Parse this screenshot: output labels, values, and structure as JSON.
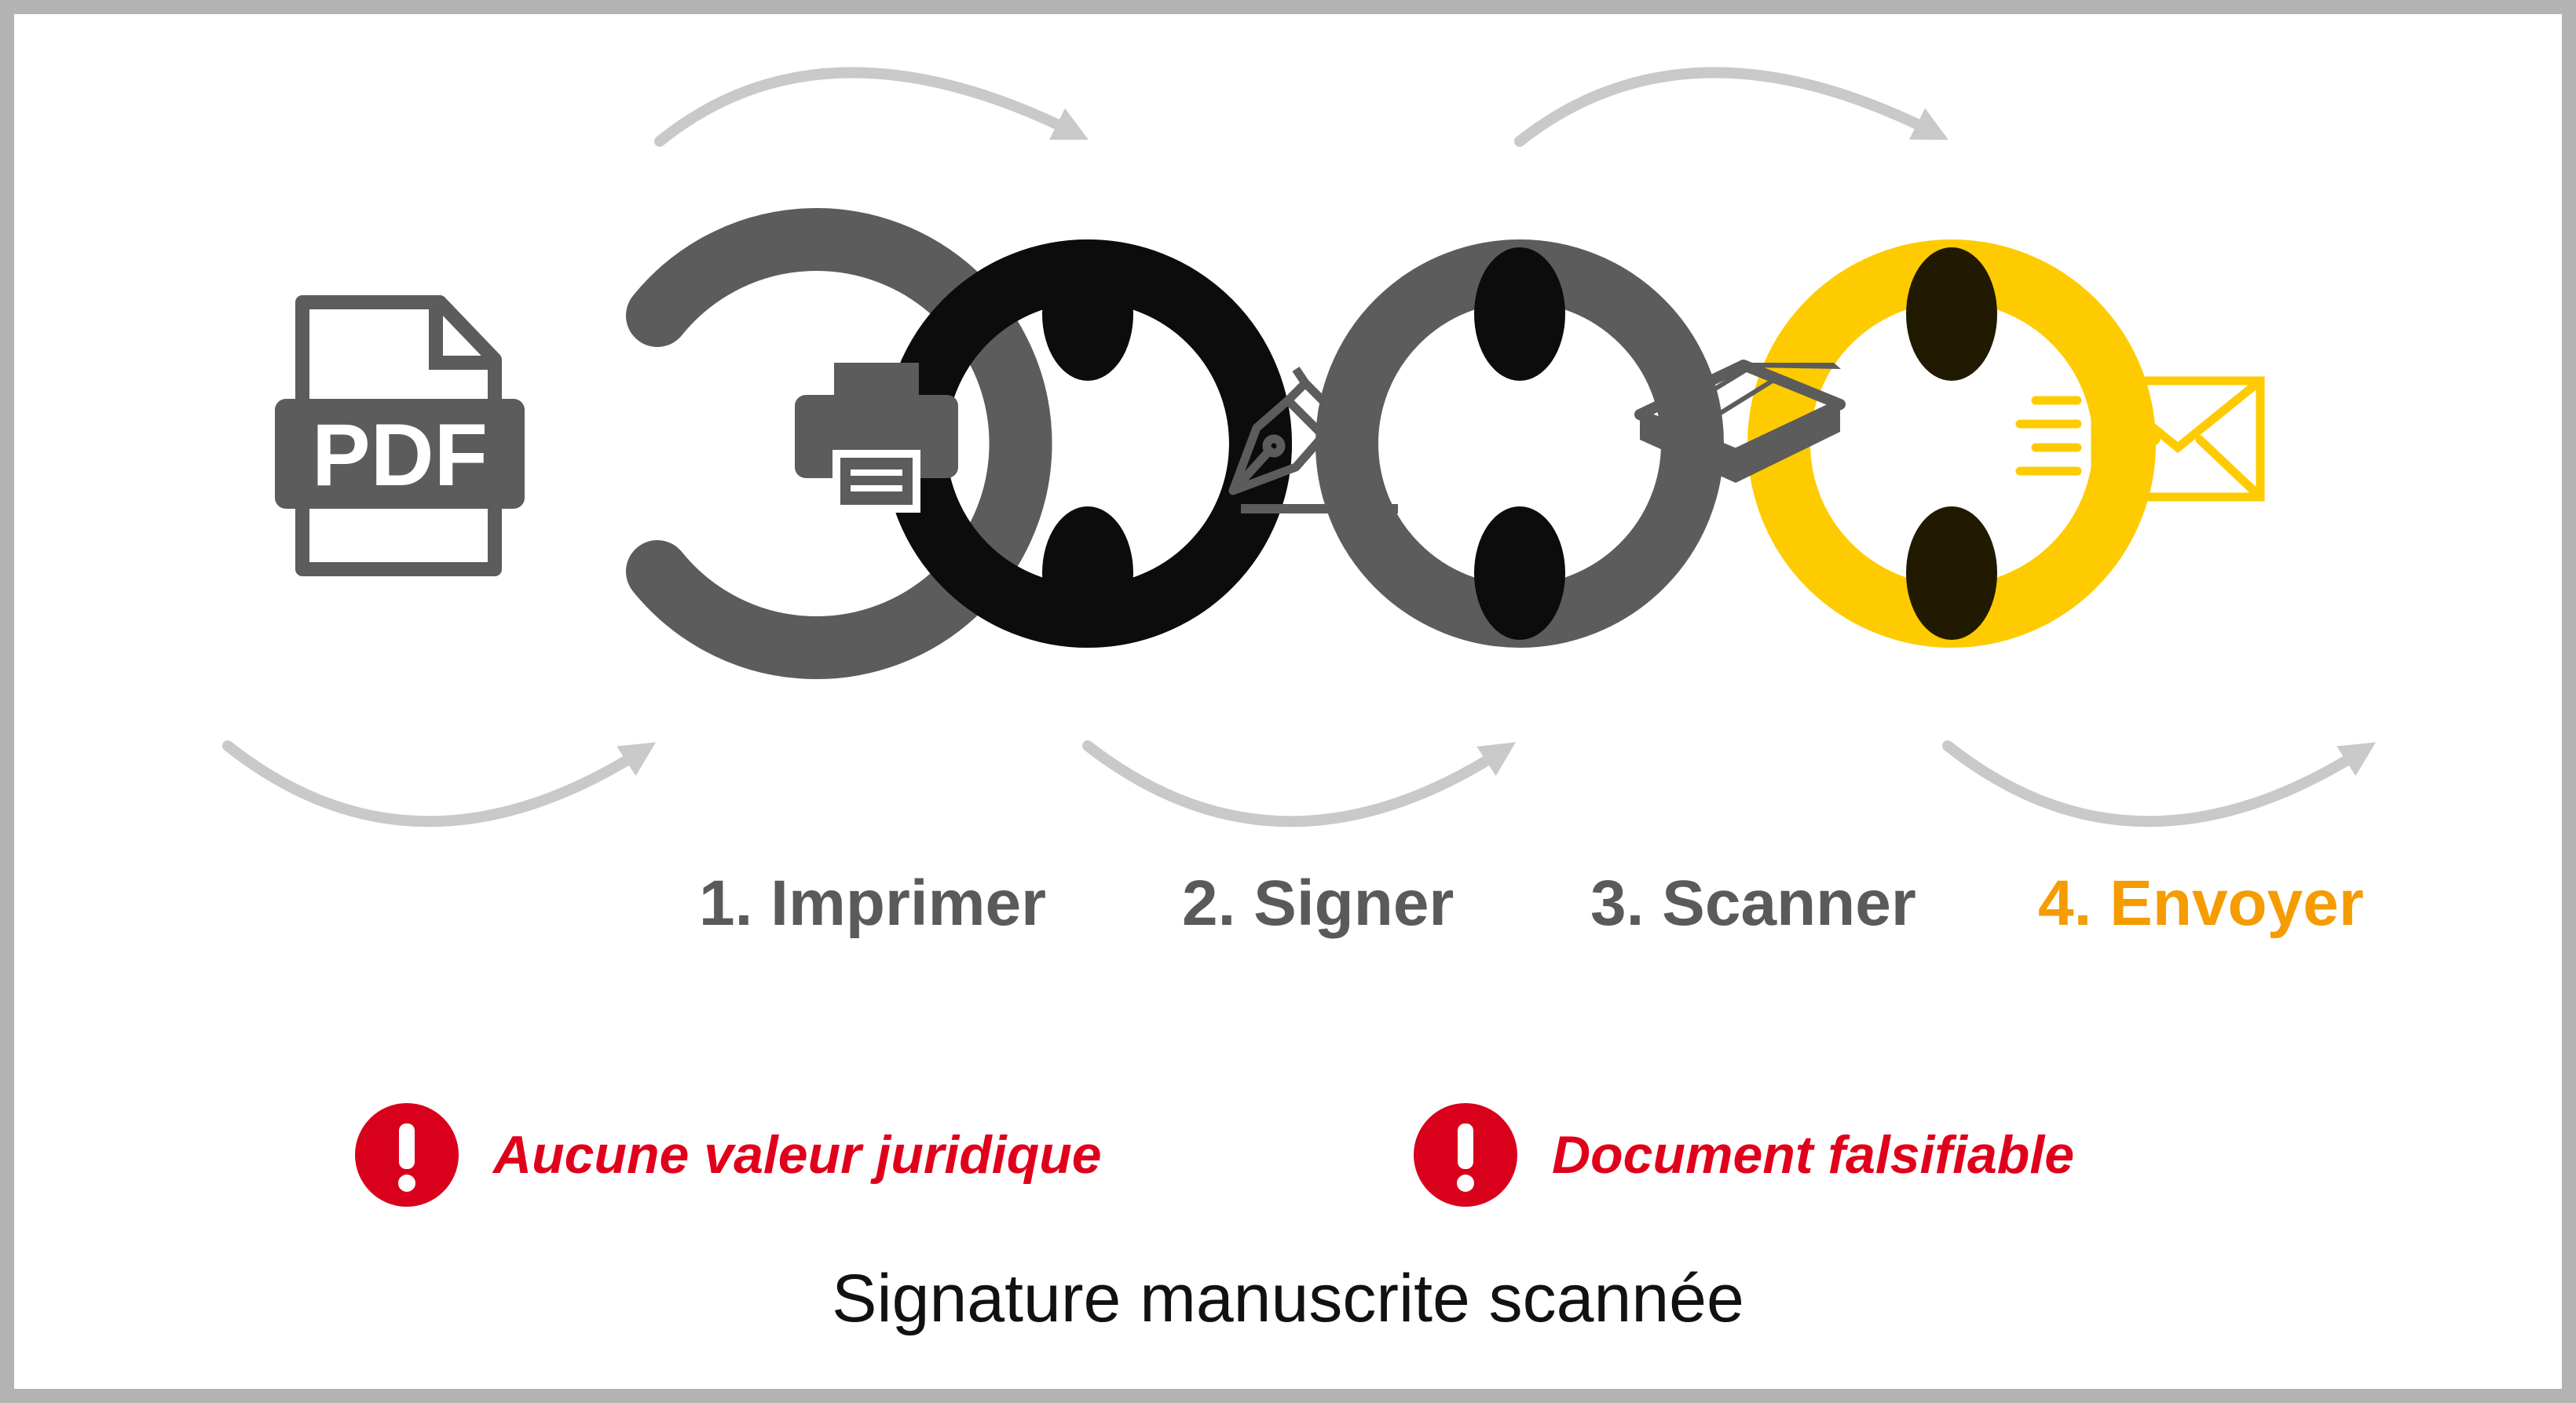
{
  "colors": {
    "ring_gray": "#5c5c5c",
    "overlap_dark": "#0c0c0c",
    "overlap_yellow_dark": "#211a00",
    "accent_yellow": "#fecb00",
    "step_gray": "#5a5a5a",
    "step_orange": "#f49c00",
    "warning_red": "#e0001b",
    "arrow_gray": "#c9c9c9"
  },
  "document": {
    "badge": "PDF"
  },
  "steps": [
    {
      "label": "1. Imprimer",
      "icon": "printer-icon"
    },
    {
      "label": "2. Signer",
      "icon": "fountain-pen-icon"
    },
    {
      "label": "3. Scanner",
      "icon": "scanner-icon"
    },
    {
      "label": "4. Envoyer",
      "icon": "envelope-fast-icon"
    }
  ],
  "warnings": [
    {
      "text": "Aucune valeur juridique",
      "icon": "exclamation-icon"
    },
    {
      "text": "Document falsifiable",
      "icon": "exclamation-icon"
    }
  ],
  "caption": "Signature manuscrite scannée"
}
